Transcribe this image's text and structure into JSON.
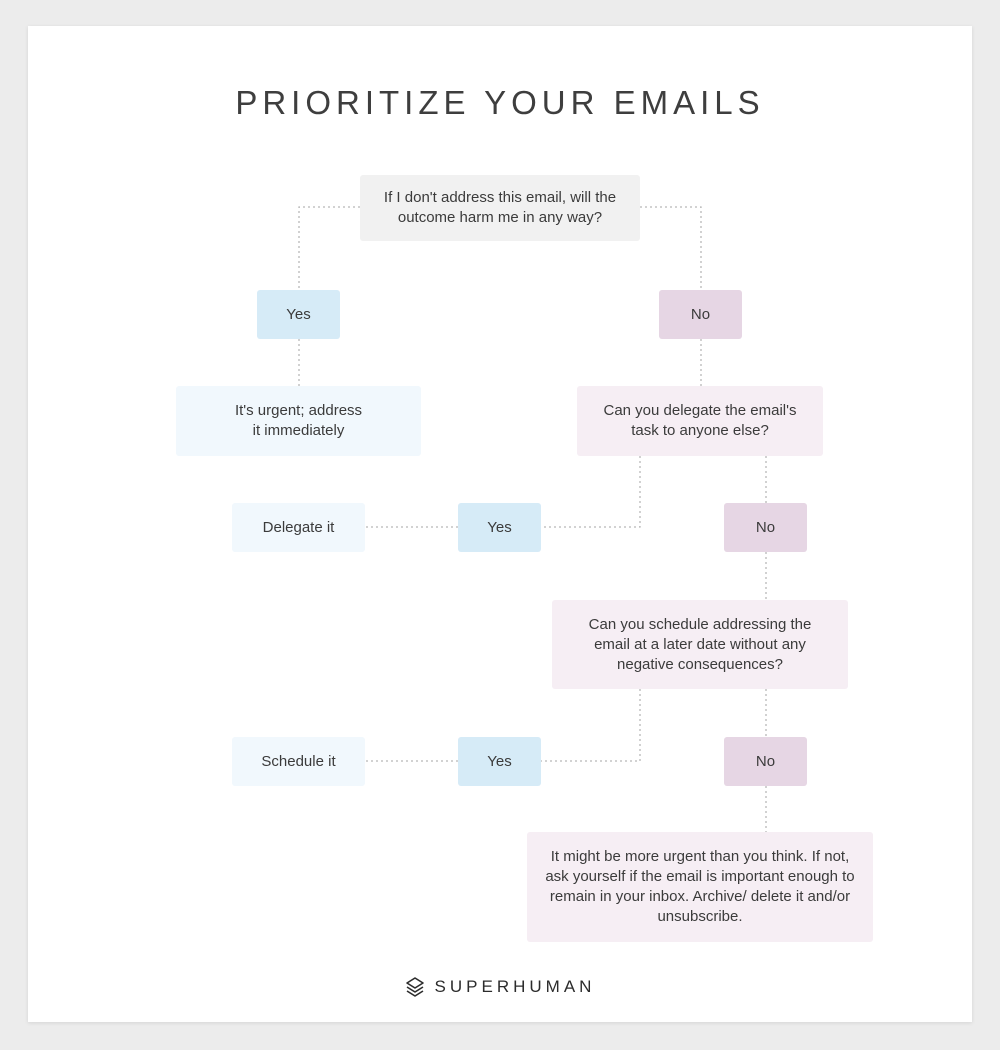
{
  "title": "PRIORITIZE YOUR EMAILS",
  "nodes": {
    "q1": "If I don't address this email, will the outcome harm me in any way?",
    "yes1": "Yes",
    "no1": "No",
    "urgent": "It's urgent; address it immediately",
    "q2": "Can you delegate the email's task to anyone else?",
    "delegate": "Delegate it",
    "yes2": "Yes",
    "no2": "No",
    "q3": "Can you schedule addressing the email at a later date without any negative consequences?",
    "schedule": "Schedule it",
    "yes3": "Yes",
    "no3": "No",
    "final": "It might be more urgent than you think. If not, ask yourself if the email is important enough to remain in your inbox. Archive/ delete it and/or unsubscribe."
  },
  "brand": {
    "name": "SUPERHUMAN",
    "logo_icon": "stacked-layers-icon"
  },
  "colors": {
    "question": "#f1f1f1",
    "yes": "#d6ebf7",
    "no": "#e6d6e4",
    "result_yes": "#f1f8fd",
    "result_no": "#f6eef4",
    "connector": "#b8b8b8"
  }
}
